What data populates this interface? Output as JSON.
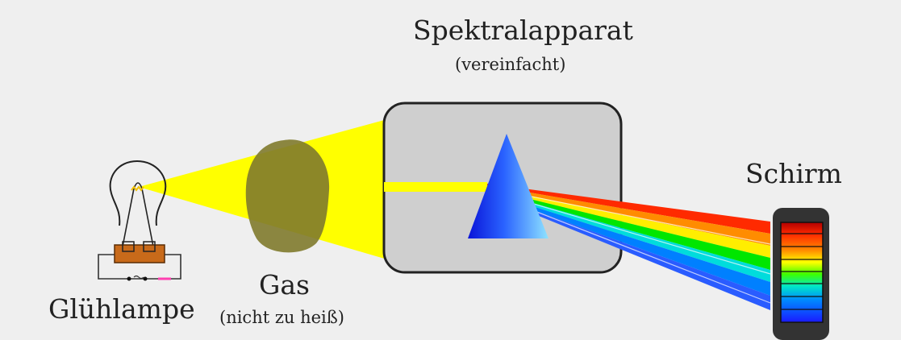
{
  "labels": {
    "apparatus": "Spektralapparat",
    "apparatus_note": "(vereinfacht)",
    "screen": "Schirm",
    "lamp": "Glühlampe",
    "gas": "Gas",
    "gas_note": "(nicht zu heiß)"
  },
  "colors": {
    "background": "#efefef",
    "light": "#ffff00",
    "gas": "#7f7a2c",
    "apparatus_box": "#cfcfcf",
    "screen_frame": "#333333",
    "spectrum": [
      "#ff2a00",
      "#ff8c00",
      "#ffff00",
      "#00e600",
      "#00dcdc",
      "#0080ff",
      "#1a2cff"
    ]
  },
  "icons": [
    "light-bulb-icon",
    "prism-icon"
  ]
}
